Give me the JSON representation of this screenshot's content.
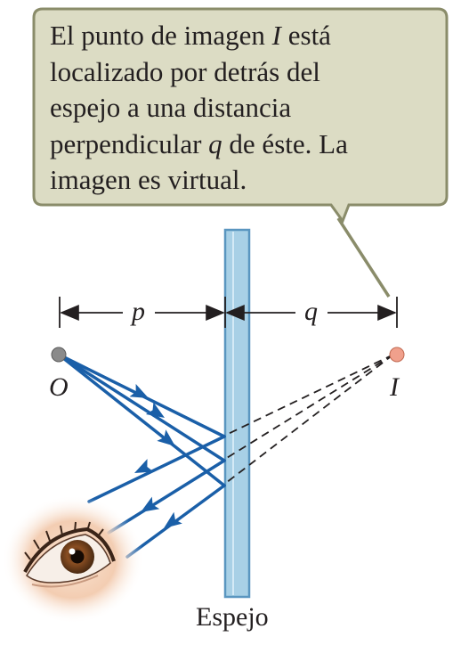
{
  "callout": {
    "line1_a": "El punto de imagen ",
    "line1_var": "I",
    "line1_b": " está",
    "line2": "localizado por detrás del",
    "line3": "espejo a una distancia",
    "line4_a": "perpendicular ",
    "line4_var": "q",
    "line4_b": " de éste. La",
    "line5": "imagen es virtual."
  },
  "labels": {
    "object": "O",
    "image": "I",
    "object_distance": "p",
    "image_distance": "q",
    "mirror": "Espejo"
  },
  "colors": {
    "callout_fill": "#dcdcc4",
    "callout_stroke": "#8a8c6a",
    "mirror_fill": "#a8d0e6",
    "mirror_stroke": "#5a96c0",
    "ray": "#1a5fa8",
    "object_point": "#8a8a8a",
    "image_point": "#f0a08c"
  },
  "icons": {
    "eye": "eye-icon"
  }
}
